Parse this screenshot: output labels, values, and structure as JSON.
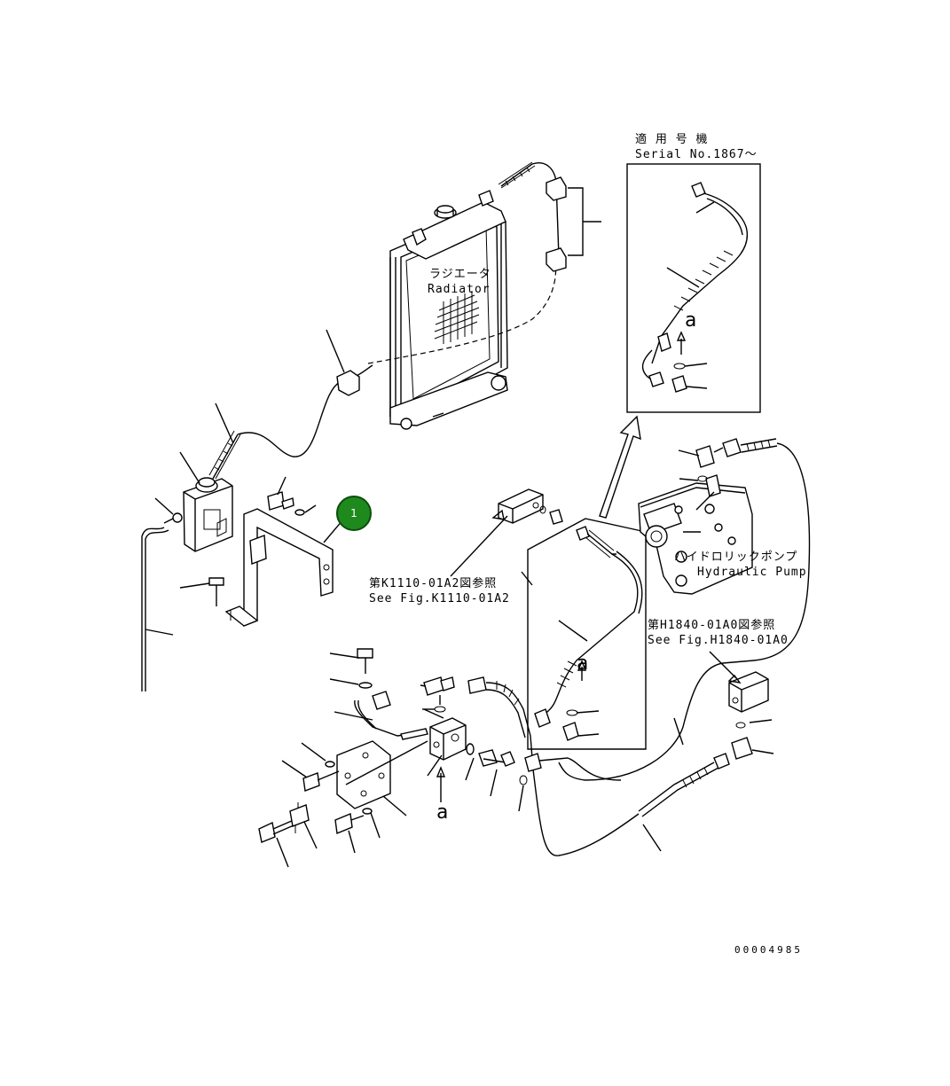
{
  "labels": {
    "applicable_serial_jp": "適 用 号 機",
    "applicable_serial_en": "Serial No.1867～",
    "radiator_jp": "ラジエータ",
    "radiator_en": "Radiator",
    "hydraulic_pump_jp": "ハイドロリックポンプ",
    "hydraulic_pump_en": "Hydraulic Pump",
    "ref_k1110_jp": "第K1110-01A2図参照",
    "ref_k1110_en": "See Fig.K1110-01A2",
    "ref_h1840_jp": "第H1840-01A0図参照",
    "ref_h1840_en": "See Fig.H1840-01A0",
    "detail_a_inset": "a",
    "detail_a_lower": "a",
    "detail_a_center": "a",
    "doc_number": "00004985"
  },
  "callout": {
    "label": "1",
    "color": "#1e8a1e"
  },
  "icons": {
    "callout": "circle-marker"
  }
}
